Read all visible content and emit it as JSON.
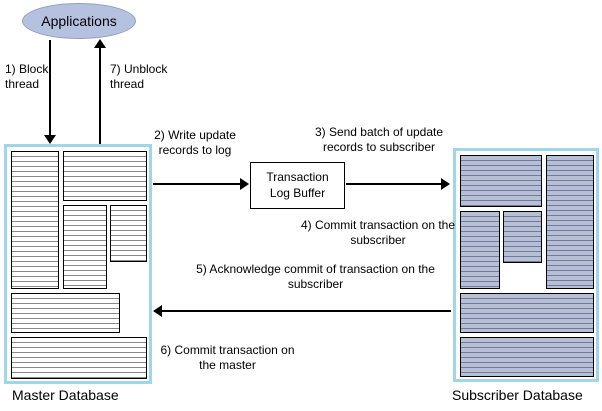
{
  "nodes": {
    "applications": {
      "label": "Applications"
    },
    "log_buffer": {
      "label": "Transaction Log Buffer"
    },
    "master_db": {
      "label": "Master Database"
    },
    "subscriber_db": {
      "label": "Subscriber Database"
    }
  },
  "steps": {
    "block_thread": {
      "label": "1) Block thread"
    },
    "write_records": {
      "label": "2) Write update records to log"
    },
    "send_batch": {
      "label": "3) Send batch of update records to subscriber"
    },
    "commit_subscriber": {
      "label": "4) Commit transaction on the subscriber"
    },
    "acknowledge": {
      "label": "5) Acknowledge commit of transaction on the subscriber"
    },
    "commit_master": {
      "label": "6) Commit transaction on the master"
    },
    "unblock_thread": {
      "label": "7) Unblock thread"
    }
  },
  "colors": {
    "db-border": "#9fd6e8",
    "ellipse-fill": "#b6c1e0",
    "ellipse-border": "#8fa0c6",
    "master-stripe-bg": "#ffffff",
    "master-stripe-line": "#8a8a8a",
    "subscriber-stripe-bg": "#b7bfd6",
    "subscriber-stripe-line": "#717a96"
  }
}
